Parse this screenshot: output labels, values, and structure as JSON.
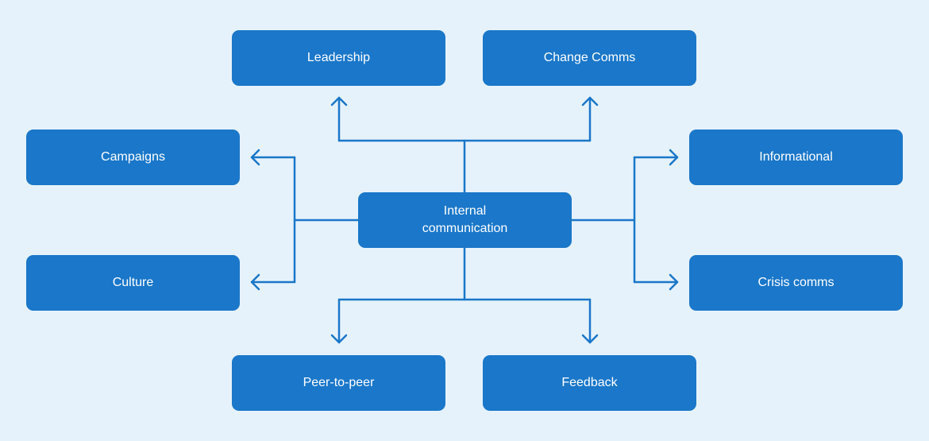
{
  "diagram": {
    "colors": {
      "background": "#e6f2fb",
      "node_fill": "#1a77c9",
      "node_text": "#ffffff",
      "connector": "#1a77c9"
    },
    "center": {
      "line1": "Internal",
      "line2": "communication"
    },
    "nodes": {
      "leadership": "Leadership",
      "change_comms": "Change Comms",
      "campaigns": "Campaigns",
      "informational": "Informational",
      "culture": "Culture",
      "crisis_comms": "Crisis comms",
      "peer_to_peer": "Peer-to-peer",
      "feedback": "Feedback"
    }
  }
}
